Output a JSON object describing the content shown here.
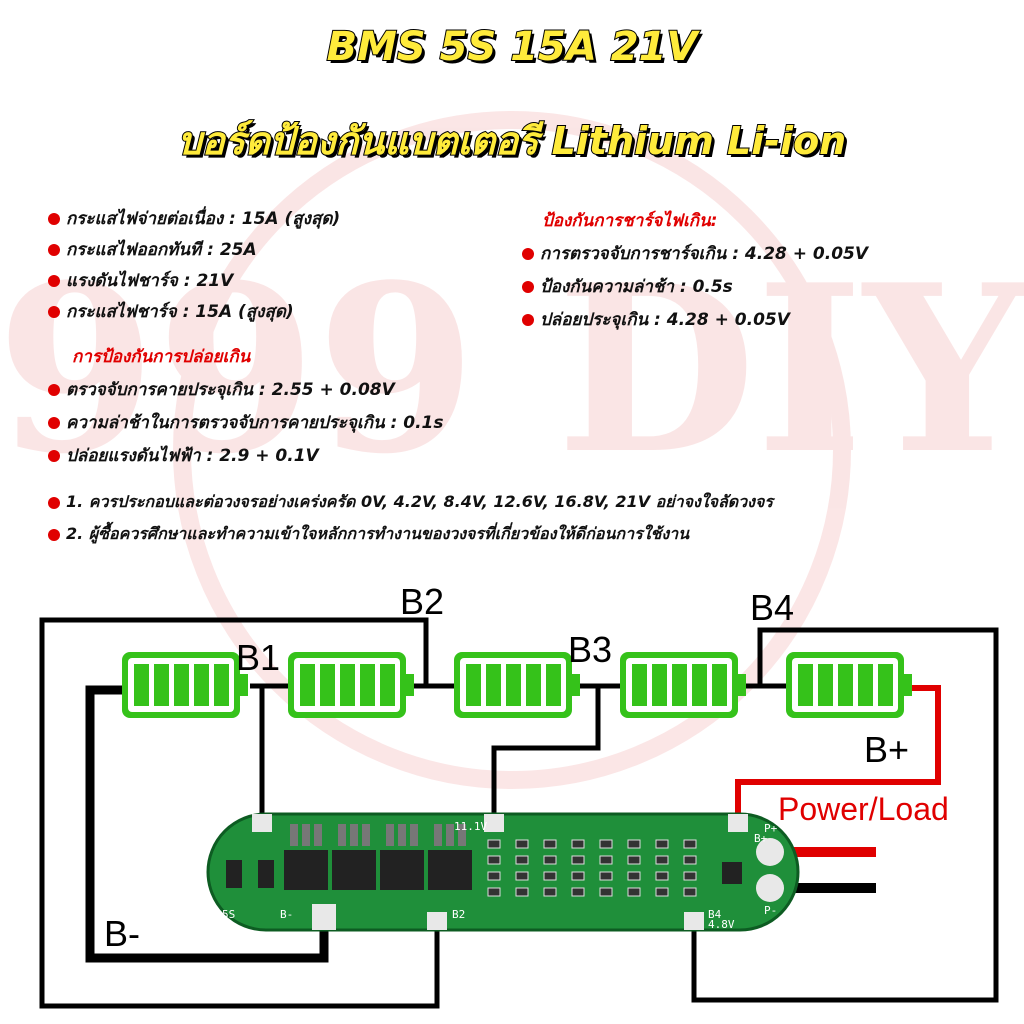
{
  "title": {
    "line1": "BMS 5S 15A 21V",
    "line2": "บอร์ดป้องกันแบตเตอรี Lithium Li-ion"
  },
  "specs_left": [
    "กระแสไฟจ่ายต่อเนื่อง : 15A (สูงสุด)",
    "กระแสไฟออกทันที : 25A",
    "แรงดันไฟชาร์จ : 21V",
    "กระแสไฟชาร์จ : 15A (สูงสุด)"
  ],
  "overcharge": {
    "heading": "ป้องกันการชาร์จไฟเกิน:",
    "items": [
      "การตรวจจับการชาร์จเกิน : 4.28 + 0.05V",
      "ป้องกันความล่าช้า : 0.5s",
      "ปล่อยประจุเกิน : 4.28 + 0.05V"
    ]
  },
  "overdischarge": {
    "heading": "การป้องกันการปล่อยเกิน",
    "items": [
      "ตรวจจับการคายประจุเกิน : 2.55 + 0.08V",
      "ความล่าช้าในการตรวจจับการคายประจุเกิน : 0.1s",
      "ปล่อยแรงดันไฟฟ้า : 2.9 + 0.1V"
    ]
  },
  "notes": [
    "1. ควรประกอบและต่อวงจรอย่างเคร่งครัด 0V, 4.2V, 8.4V, 12.6V, 16.8V, 21V อย่าจงใจลัดวงจร",
    "2. ผู้ซื้อควรศึกษาและทำความเข้าใจหลักการทำงานของวงจรที่เกี่ยวข้องให้ดีก่อนการใช้งาน"
  ],
  "diagram": {
    "labels": {
      "b1": "B1",
      "b2": "B2",
      "b3": "B3",
      "b4": "B4",
      "b_plus": "B+",
      "b_minus": "B-",
      "power_load": "Power/Load"
    },
    "battery_count": 5,
    "battery_color": "#35c21a",
    "pcb_color": "#1f8f3a",
    "pcb_markings": [
      "5S",
      "B-",
      "B2",
      "B4",
      "B+",
      "P+",
      "P-",
      "11.1V",
      "4.8V"
    ]
  },
  "watermark": "999 DIY",
  "colors": {
    "accent_red": "#e00000",
    "title_yellow": "#ffeb3b"
  }
}
